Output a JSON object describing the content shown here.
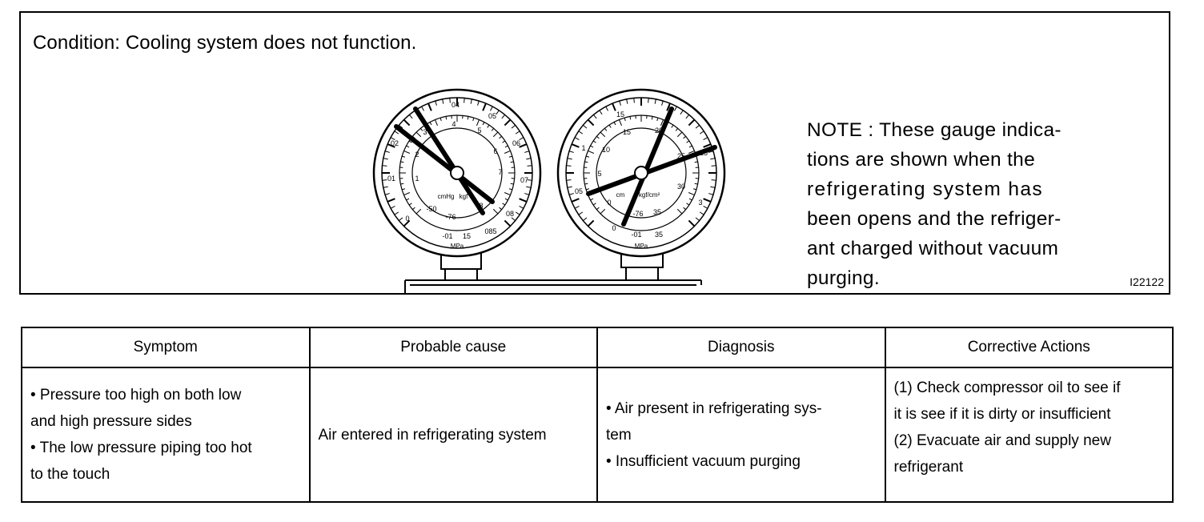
{
  "condition": "Condition: Cooling system does not function.",
  "note_lines": [
    "NOTE : These gauge indica-",
    "tions are shown when the",
    "refrigerating system has",
    "been opens and the refriger-",
    "ant charged without vacuum",
    "purging."
  ],
  "figure_id": "I22122",
  "gauges": {
    "low": {
      "inner_labels": [
        "-50",
        "-76",
        "1",
        "2",
        "3",
        "4",
        "5",
        "6",
        "7",
        "8"
      ],
      "outer_labels": [
        "0",
        "01",
        "02",
        "04",
        "05",
        "06",
        "07",
        "08",
        "085",
        "-01",
        "15"
      ],
      "unit_labels": [
        "cmHg",
        "kgf",
        "MPa"
      ]
    },
    "high": {
      "inner_labels": [
        "0",
        "5",
        "10",
        "15",
        "20",
        "25",
        "30",
        "35",
        "-76"
      ],
      "outer_labels": [
        "0",
        "05",
        "1",
        "15",
        "2",
        "25",
        "3",
        "35",
        "-01"
      ],
      "unit_labels": [
        "cm",
        "kgf/cm²",
        "MPa"
      ]
    }
  },
  "table": {
    "headers": [
      "Symptom",
      "Probable cause",
      "Diagnosis",
      "Corrective Actions"
    ],
    "symptom": [
      "• Pressure too high on both low",
      "and high pressure sides",
      "• The low pressure piping too hot",
      "to the touch"
    ],
    "probable_cause": [
      "Air entered in refrigerating system"
    ],
    "diagnosis": [
      "• Air present in refrigerating sys-",
      "tem",
      "• Insufficient vacuum purging"
    ],
    "corrective_actions": [
      "(1) Check compressor oil to see if",
      "it is see if it is dirty or insufficient",
      "(2) Evacuate air and supply new",
      "refrigerant"
    ]
  }
}
